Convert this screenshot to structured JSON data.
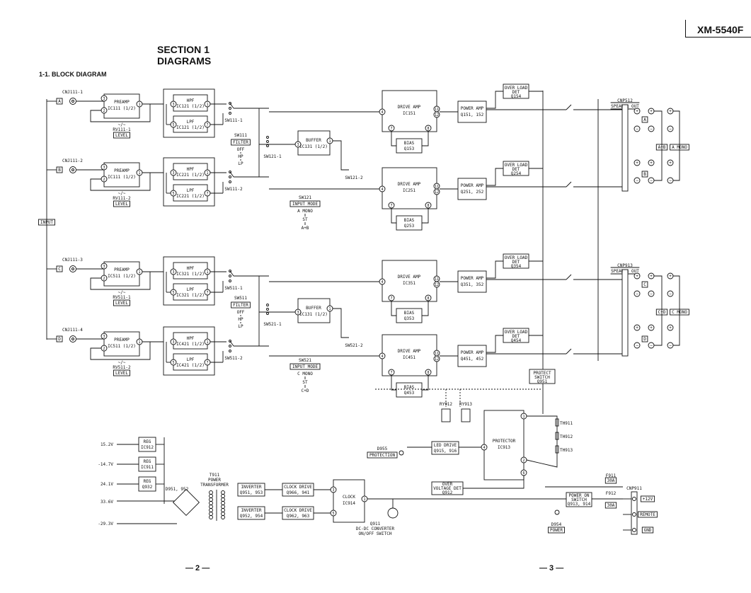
{
  "page": {
    "title": "XM-5540F",
    "section": "SECTION 1",
    "section_sub": "DIAGRAMS",
    "subtitle": "1-1. BLOCK DIAGRAM",
    "page_left": "— 2 —",
    "page_right": "— 3 —"
  },
  "inputs": {
    "label": "INPUT"
  },
  "channels": [
    {
      "jack": "CNJ111-1",
      "ch": "A",
      "preamp": "PREAMP",
      "preamp_ic": "IC111 (1/2)",
      "level_rv": "RV111-1",
      "level": "LEVEL",
      "hpf": "HPF",
      "hpf_ic": "IC121 (1/2)",
      "lpf": "LPF",
      "lpf_ic": "IC121 (1/2)",
      "sw": "SW111-1"
    },
    {
      "jack": "CNJ111-2",
      "ch": "B",
      "preamp": "PREAMP",
      "preamp_ic": "IC111 (1/2)",
      "level_rv": "RV111-2",
      "level": "LEVEL",
      "hpf": "HPF",
      "hpf_ic": "IC221 (1/2)",
      "lpf": "LPF",
      "lpf_ic": "IC221 (1/2)",
      "sw": "SW111-2"
    },
    {
      "jack": "CNJ111-3",
      "ch": "C",
      "preamp": "PREAMP",
      "preamp_ic": "IC511 (1/2)",
      "level_rv": "RV511-1",
      "level": "LEVEL",
      "hpf": "HPF",
      "hpf_ic": "IC321 (1/2)",
      "lpf": "LPF",
      "lpf_ic": "IC321 (1/2)",
      "sw": "SW511-1"
    },
    {
      "jack": "CNJ111-4",
      "ch": "D",
      "preamp": "PREAMP",
      "preamp_ic": "IC511 (1/2)",
      "level_rv": "RV511-2",
      "level": "LEVEL",
      "hpf": "HPF",
      "hpf_ic": "IC421 (1/2)",
      "lpf": "LPF",
      "lpf_ic": "IC421 (1/2)",
      "sw": "SW511-2"
    }
  ],
  "filters": [
    {
      "sw": "SW111",
      "label": "FILTER",
      "opts": [
        "OFF",
        "HP",
        "LP"
      ]
    },
    {
      "sw": "SW511",
      "label": "FILTER",
      "opts": [
        "OFF",
        "HP",
        "LP"
      ]
    }
  ],
  "buffers": [
    {
      "label": "BUFFER",
      "ic": "IC131 (1/2)",
      "sw_a": "SW121-1",
      "sw_b": "SW121-2",
      "mode_sw": "SW121",
      "mode": "INPUT MODE",
      "opts": [
        "A MONO",
        "ST",
        "A+B"
      ]
    },
    {
      "label": "BUFFER",
      "ic": "IC131 (1/2)",
      "sw_a": "SW521-1",
      "sw_b": "SW521-2",
      "mode_sw": "SW521",
      "mode": "INPUT MODE",
      "opts": [
        "C MONO",
        "ST",
        "C+D"
      ]
    }
  ],
  "amps": [
    {
      "drive": "DRIVE AMP",
      "drive_ic": "IC151",
      "bias": "BIAS",
      "bias_q": "Q153",
      "power": "POWER AMP",
      "power_q": "Q151, 152",
      "ol": "OVER LOAD",
      "ol2": "DET",
      "ol_q": "Q154"
    },
    {
      "drive": "DRIVE AMP",
      "drive_ic": "IC251",
      "bias": "BIAS",
      "bias_q": "Q253",
      "power": "POWER AMP",
      "power_q": "Q251, 252",
      "ol": "OVER LOAD",
      "ol2": "DET",
      "ol_q": "Q254"
    },
    {
      "drive": "DRIVE AMP",
      "drive_ic": "IC351",
      "bias": "BIAS",
      "bias_q": "Q353",
      "power": "POWER AMP",
      "power_q": "Q351, 352",
      "ol": "OVER LOAD",
      "ol2": "DET",
      "ol_q": "Q354"
    },
    {
      "drive": "DRIVE AMP",
      "drive_ic": "IC451",
      "bias": "BIAS",
      "bias_q": "Q453",
      "power": "POWER AMP",
      "power_q": "Q451, 452",
      "ol": "OVER LOAD",
      "ol2": "DET",
      "ol_q": "Q454"
    }
  ],
  "speakers": [
    {
      "cn": "CNP512",
      "label": "SPEAKER OUT",
      "ch1": "A",
      "ch2": "B",
      "bridge": "A+B",
      "mono": "A MONO"
    },
    {
      "cn": "CNP913",
      "label": "SPEAKER OUT",
      "ch1": "C",
      "ch2": "D",
      "bridge": "C+D",
      "mono": "C MONO"
    }
  ],
  "protect": {
    "switch": "PROTECT",
    "switch2": "SWITCH",
    "switch_q": "Q951",
    "relays": [
      "RY912",
      "RY913"
    ],
    "protector": "PROTECTOR",
    "protector_ic": "IC913",
    "thermo": [
      "TH911",
      "TH912",
      "TH913"
    ],
    "led": "LED DRIVE",
    "led_q": "Q915, 916",
    "d_led": "D955",
    "d_label": "PROTECTION",
    "ov": "OVER",
    "ov2": "VOLTAGE DET",
    "ov_q": "Q912"
  },
  "power": {
    "regs": [
      {
        "v": "15.2V",
        "name": "REG",
        "ic": "IC912"
      },
      {
        "v": "-14.7V",
        "name": "REG",
        "ic": "IC911"
      },
      {
        "v": "24.1V",
        "name": "REG",
        "ic": "Q932"
      }
    ],
    "v33": "33.6V",
    "v_neg": "-29.3V",
    "diodes": "D951, 952",
    "transformer": "T911",
    "transformer2": "POWER",
    "transformer3": "TRANSFORMER",
    "inv1": "INVERTER",
    "inv1_q": "Q951, 953",
    "inv2": "INVERTER",
    "inv2_q": "Q952, 954",
    "cd1": "CLOCK DRIVE",
    "cd1_q": "Q966, 941",
    "cd2": "CLOCK DRIVE",
    "cd2_q": "Q962, 963",
    "clock": "CLOCK",
    "clock_ic": "IC914",
    "q911": "Q911",
    "dcdc": "DC-DC CONVERTER",
    "dcdc2": "ON/OFF SWITCH",
    "fuse": "F911",
    "fuse_a": "30A",
    "fuse2": "F912",
    "fuse2_a": "30A",
    "pwr_sw": "POWER ON",
    "pwr_sw2": "SWITCH",
    "pwr_q": "Q913, 914",
    "d954": "D954",
    "d954_label": "POWER",
    "cnp": "CNP911",
    "terms": [
      "+12V",
      "REMOTE",
      "GND"
    ]
  }
}
